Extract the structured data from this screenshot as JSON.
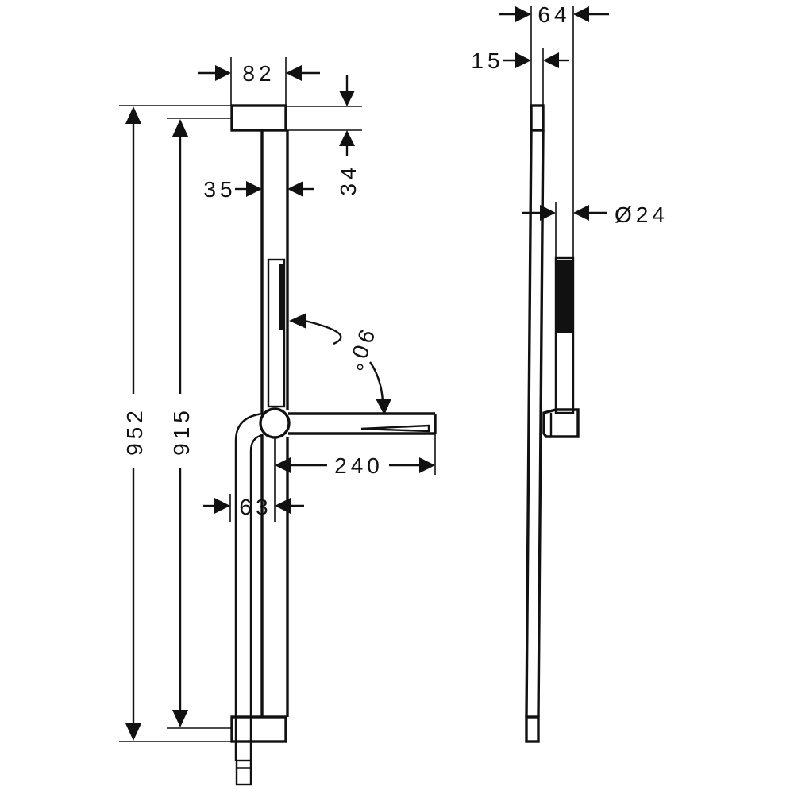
{
  "dimensions": {
    "top_width": "82",
    "bracket_thickness": "34",
    "rail_width": "35",
    "total_height": "952",
    "rail_height": "915",
    "holder_length": "240",
    "hose_offset": "63",
    "angle": "90°",
    "depth": "64",
    "wall_offset": "15",
    "diameter": "Ø24"
  },
  "colors": {
    "line": "#111111",
    "background": "#ffffff"
  }
}
